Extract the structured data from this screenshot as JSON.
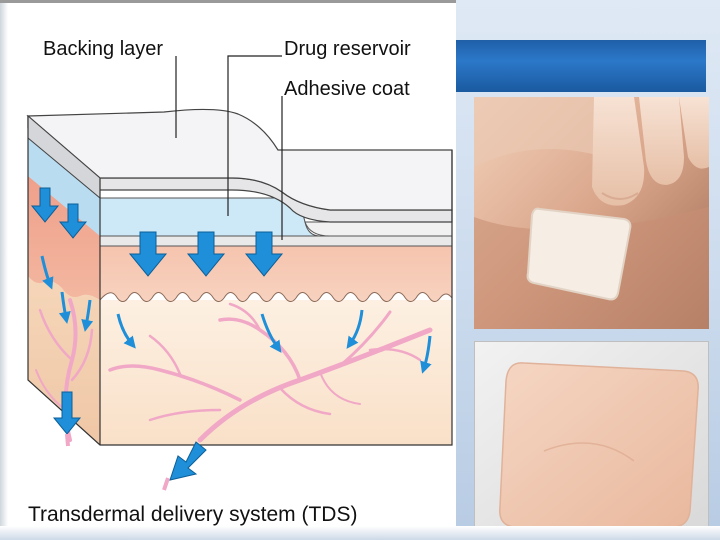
{
  "diagram": {
    "labels": {
      "backing_layer": "Backing layer",
      "drug_reservoir": "Drug reservoir",
      "adhesive_coat": "Adhesive coat"
    },
    "caption": "Transdermal delivery system (TDS)"
  },
  "colors": {
    "banner": "#2c78c9",
    "arrow": "#1e8fd8",
    "dermis": "#fbe7d2",
    "epidermis": "#f6c9b3",
    "capillary": "#f0a8c6",
    "reservoir": "#cde8f7"
  }
}
